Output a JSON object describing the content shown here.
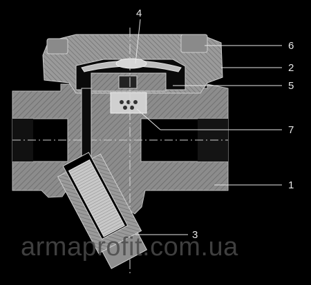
{
  "diagram": {
    "background": "#000000",
    "body_fill": "#8a8a8a",
    "body_dark": "#5e5e5e",
    "line_color": "#e0e0e0",
    "callouts": [
      "1",
      "2",
      "3",
      "4",
      "5",
      "6",
      "7"
    ]
  },
  "watermark": {
    "text": "armaprofit.com.ua",
    "color": "#4a4a4a"
  }
}
